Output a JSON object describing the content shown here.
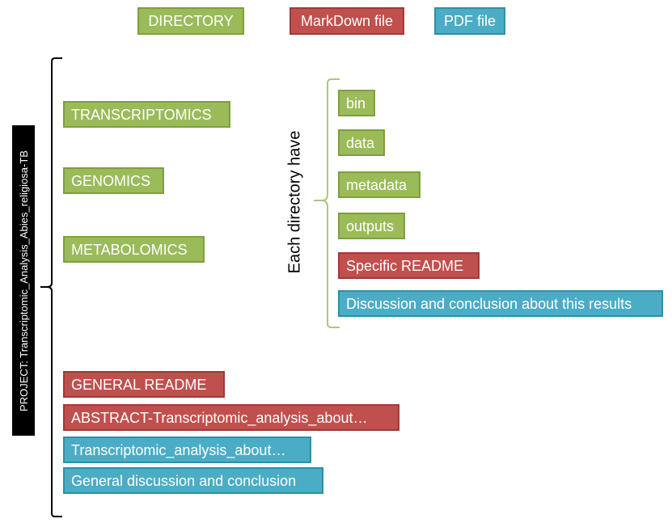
{
  "legend": {
    "directory": "DIRECTORY",
    "markdown": "MarkDown file",
    "pdf": "PDF file"
  },
  "project": {
    "label": "PROJECT: Transcriptomic_Analysis_Abies_religiosa-TB"
  },
  "directories": [
    "TRANSCRIPTOMICS",
    "GENOMICS",
    "METABOLOMICS"
  ],
  "each_directory": {
    "label": "Each directory have",
    "items": [
      "bin",
      "data",
      "metadata",
      "outputs",
      "Specific README",
      "Discussion and conclusion about this results"
    ]
  },
  "root_files": [
    "GENERAL README",
    "ABSTRACT-Transcriptomic_analysis_about…",
    "Transcriptomic_analysis_about…",
    "General discussion and conclusion"
  ],
  "colors": {
    "directory": "#9bbb59",
    "markdown": "#c0504d",
    "pdf": "#4bacc6"
  }
}
